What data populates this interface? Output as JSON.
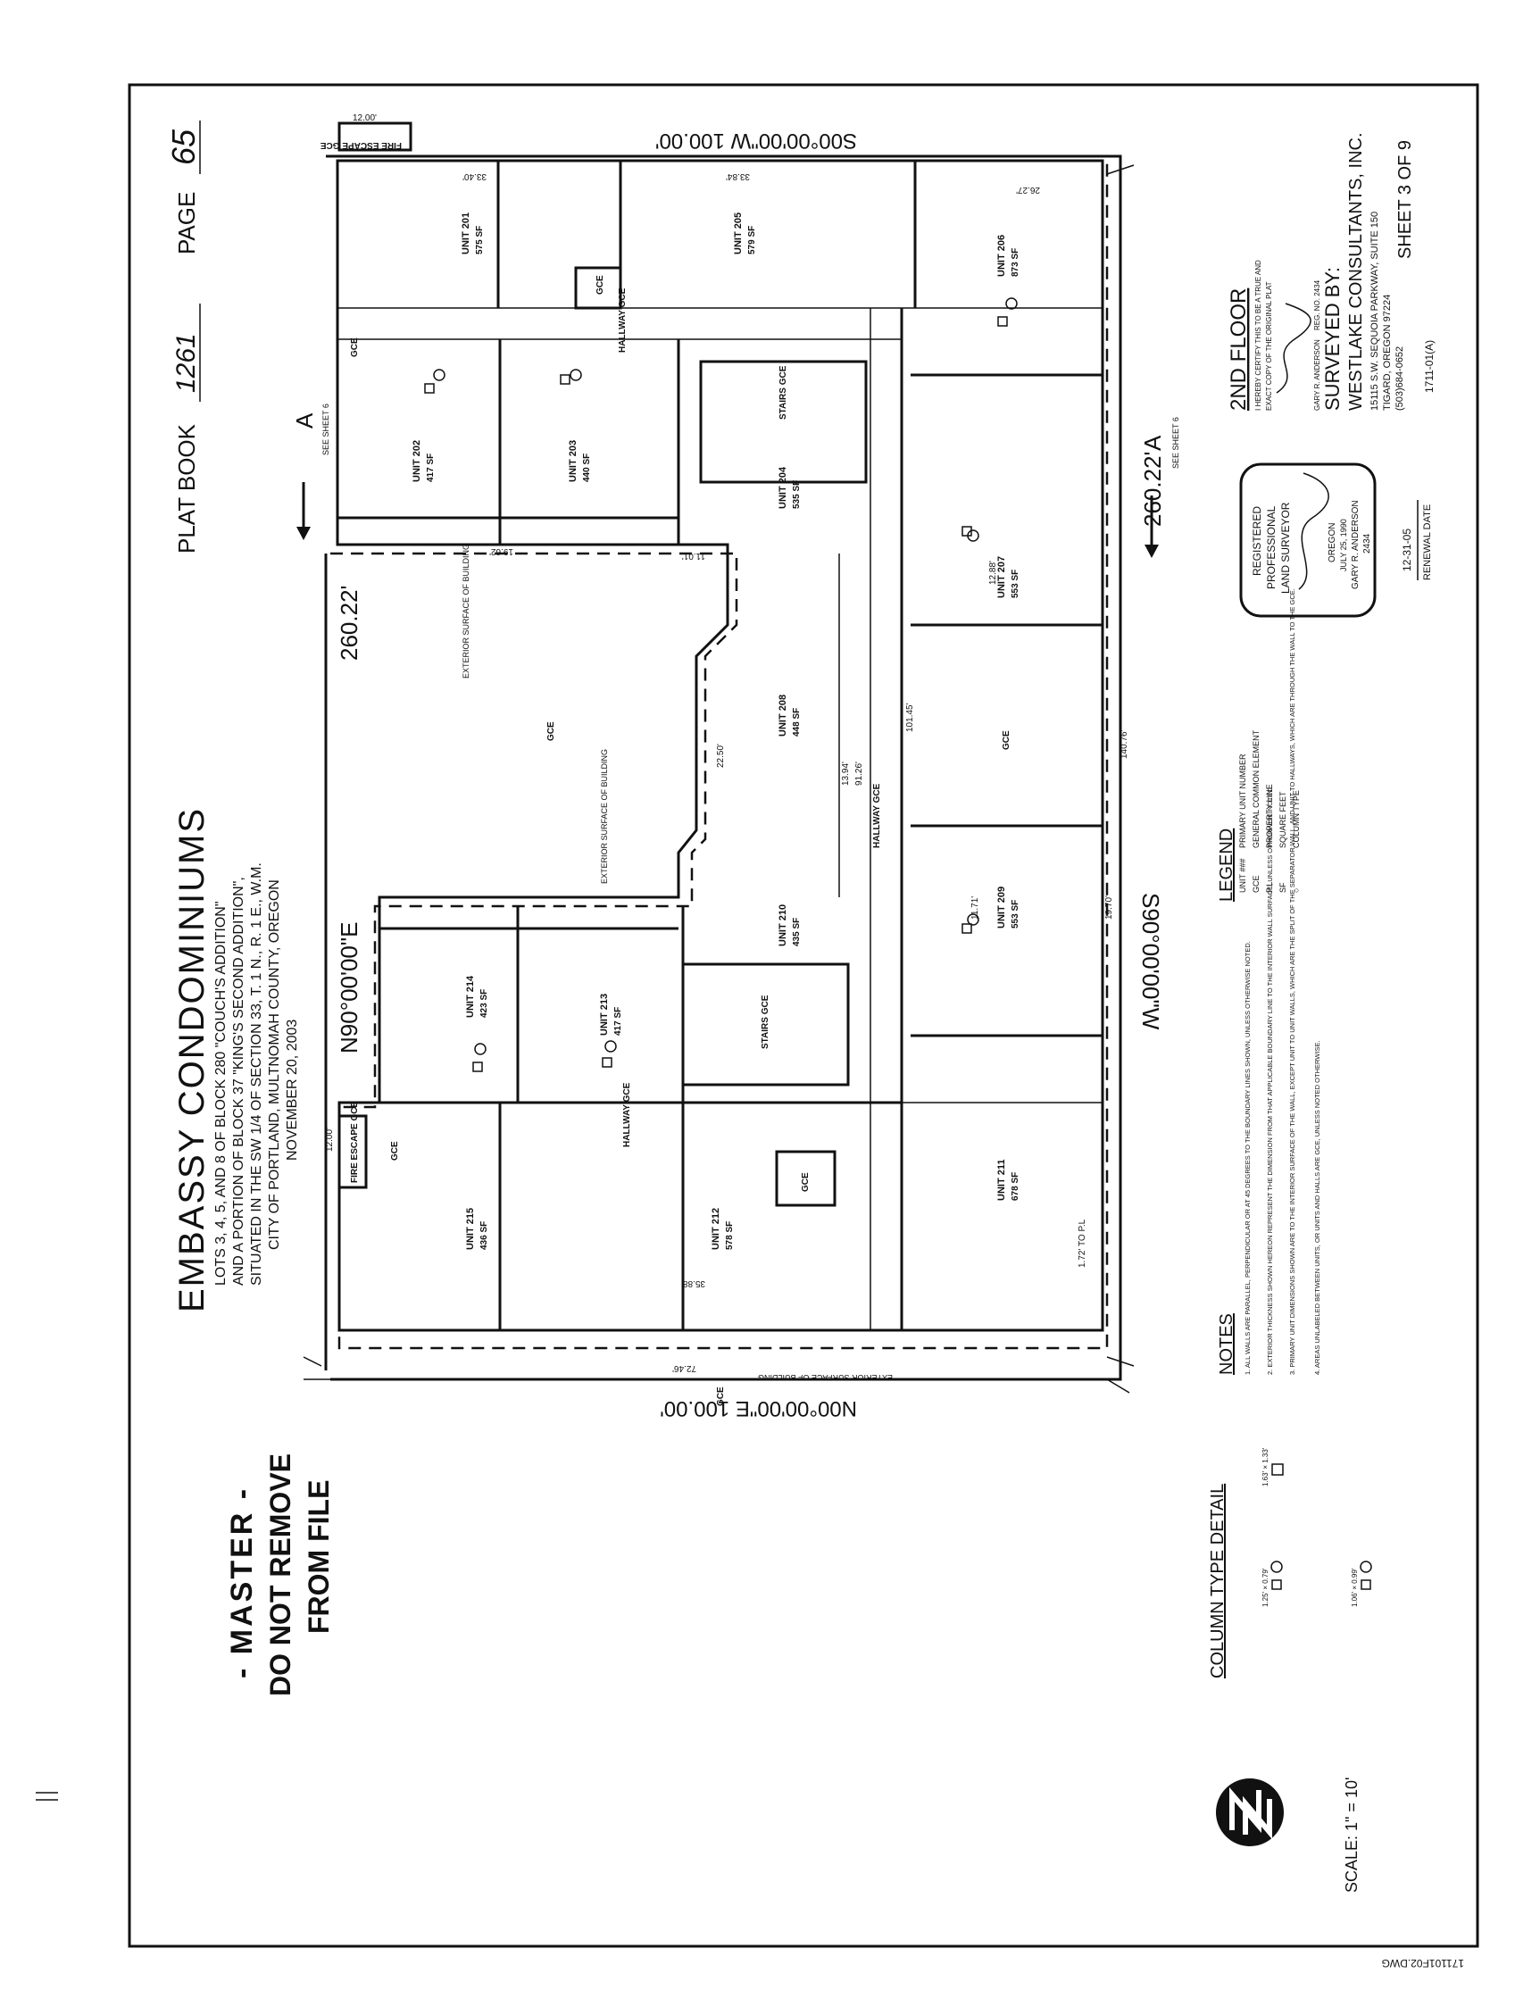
{
  "title": {
    "name": "EMBASSY CONDOMINIUMS",
    "lines": [
      "LOTS 3, 4, 5, AND 8 OF BLOCK 280 \"COUCH'S ADDITION\"",
      "AND A PORTION OF BLOCK 37 \"KING'S SECOND ADDITION\",",
      "SITUATED IN THE SW 1/4 OF SECTION 33, T. 1 N., R. 1 E., W.M.",
      "CITY OF PORTLAND, MULTNOMAH COUNTY, OREGON",
      "NOVEMBER 20, 2003"
    ]
  },
  "plat_ref": {
    "book_label": "PLAT BOOK",
    "book": "1261",
    "page_label": "PAGE",
    "page": "65"
  },
  "master_stamp": [
    "- MASTER -",
    "DO NOT REMOVE",
    "FROM FILE"
  ],
  "bearings": {
    "top": "S00°00'00\"W 100.00'",
    "bottom": "N00°00'00\"E 100.00'",
    "left": "N90°00'00\"E",
    "right": "S90°00'00\"W",
    "length_left": "260.22'",
    "length_right": "260.22'"
  },
  "section_marks": {
    "letter": "A",
    "note": "SEE SHEET 6"
  },
  "units": [
    {
      "name": "UNIT 201",
      "area": "575 SF"
    },
    {
      "name": "UNIT 202",
      "area": "417 SF"
    },
    {
      "name": "UNIT 203",
      "area": "440 SF"
    },
    {
      "name": "UNIT 204",
      "area": "535 SF"
    },
    {
      "name": "UNIT 205",
      "area": "579 SF"
    },
    {
      "name": "UNIT 206",
      "area": "873 SF"
    },
    {
      "name": "UNIT 207",
      "area": "553 SF"
    },
    {
      "name": "UNIT 208",
      "area": "448 SF"
    },
    {
      "name": "UNIT 209",
      "area": "553 SF"
    },
    {
      "name": "UNIT 210",
      "area": "435 SF"
    },
    {
      "name": "UNIT 211",
      "area": "678 SF"
    },
    {
      "name": "UNIT 212",
      "area": "578 SF"
    },
    {
      "name": "UNIT 213",
      "area": "417 SF"
    },
    {
      "name": "UNIT 214",
      "area": "423 SF"
    },
    {
      "name": "UNIT 215",
      "area": "436 SF"
    }
  ],
  "common_labels": {
    "gce": "GCE",
    "hallway": "HALLWAY GCE",
    "stairs": "STAIRS GCE",
    "fire_escape": "FIRE ESCAPE GCE",
    "exterior": "EXTERIOR SURFACE OF BUILDING"
  },
  "dims": {
    "fire_escape_width": "12.00'",
    "d1": "33.40'",
    "d2": "33.84'",
    "d3": "26.27'",
    "d4": "140.76'",
    "d5": "72.46'",
    "d6": "35.88'",
    "d7": "19.62'",
    "d8": "11.01'",
    "d9": "101.45'",
    "d10": "91.26'",
    "d11": "13.94'",
    "d12": "22.50'",
    "d13": "19.70'",
    "d14": "12.88'",
    "d15": "11.71'",
    "d16": "1.72' TO P.L"
  },
  "legend": {
    "heading": "LEGEND",
    "items": [
      {
        "symbol": "UNIT ###",
        "meaning": "PRIMARY UNIT NUMBER"
      },
      {
        "symbol": "GCE",
        "meaning": "GENERAL COMMON ELEMENT"
      },
      {
        "symbol": "P.L",
        "meaning": "PROPERTY LINE"
      },
      {
        "symbol": "SF",
        "meaning": "SQUARE FEET"
      },
      {
        "symbol": "○",
        "meaning": "COLUMN TYPE"
      }
    ]
  },
  "notes": {
    "heading": "NOTES",
    "items": [
      "1. ALL WALLS ARE PARALLEL, PERPENDICULAR OR AT 45 DEGREES TO THE BOUNDARY LINES SHOWN, UNLESS OTHERWISE NOTED.",
      "2. EXTERIOR THICKNESS SHOWN HEREON REPRESENT THE DIMENSION FROM THAT APPLICABLE BOUNDARY LINE TO THE INTERIOR WALL SURFACE, UNLESS OTHERWISE NOTED.",
      "3. PRIMARY UNIT DIMENSIONS SHOWN ARE TO THE INTERIOR SURFACE OF THE WALL, EXCEPT UNIT TO UNIT WALLS, WHICH ARE THE SPLIT OF THE SEPARATOR WALL, AND UNIT TO HALLWAYS, WHICH ARE THROUGH THE WALL TO THE GCE.",
      "4. AREAS UNLABELED BETWEEN UNITS, OR UNITS AND HALLS ARE GCE, UNLESS NOTED OTHERWISE."
    ]
  },
  "floor_block": {
    "floor": "2ND FLOOR",
    "certify": [
      "I HEREBY CERTIFY THIS TO BE A TRUE AND",
      "EXACT COPY OF THE ORIGINAL PLAT"
    ],
    "certifier": "GARY R. ANDERSON",
    "reg_no": "REG. NO. 2434"
  },
  "surveyor": {
    "label": "SURVEYED BY:",
    "company": "WESTLAKE CONSULTANTS, INC.",
    "address1": "15115 S.W. SEQUOIA PARKWAY, SUITE 150",
    "address2": "TIGARD, OREGON 97224",
    "phone": "(503)684-0652"
  },
  "seal": {
    "lines": [
      "REGISTERED",
      "PROFESSIONAL",
      "LAND SURVEYOR"
    ],
    "state": "OREGON",
    "date": "JULY 25, 1990",
    "name": "GARY R. ANDERSON",
    "number": "2434"
  },
  "renewal": {
    "date": "12-31-05",
    "label": "RENEWAL DATE"
  },
  "job_no": "1711-01(A)",
  "sheet": "SHEET 3 OF 9",
  "column_detail": {
    "heading": "COLUMN TYPE DETAIL",
    "types": [
      {
        "id": "A",
        "dims": "1.25' × 0.79'"
      },
      {
        "id": "B",
        "dims": "1.63' × 1.33'"
      },
      {
        "id": "C",
        "dims": "1.06' × 0.99'"
      }
    ]
  },
  "scale": "SCALE: 1\" = 10'",
  "filename": "171101F02.DWG"
}
